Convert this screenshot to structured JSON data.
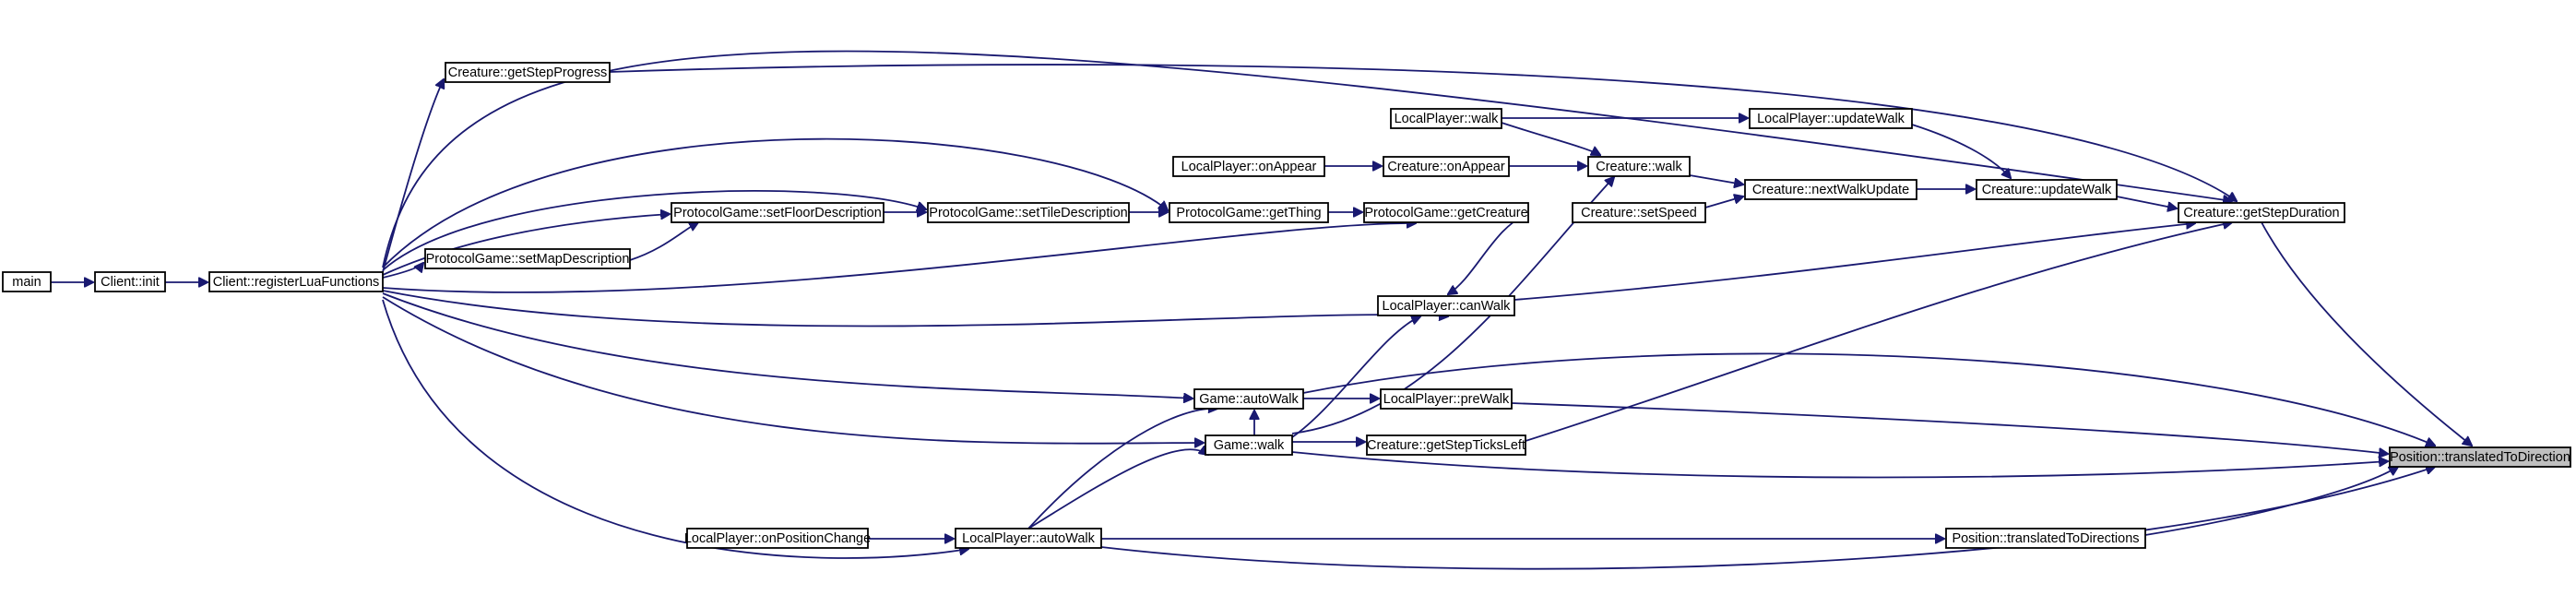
{
  "graph": {
    "target": "Position::translatedToDirection",
    "nodes": {
      "main": "main",
      "client_init": "Client::init",
      "register_lua": "Client::registerLuaFunctions",
      "get_step_progress": "Creature::getStepProgress",
      "set_floor_description": "ProtocolGame::setFloorDescription",
      "set_map_description": "ProtocolGame::setMapDescription",
      "set_tile_description": "ProtocolGame::setTileDescription",
      "local_player_on_appear": "LocalPlayer::onAppear",
      "get_thing": "ProtocolGame::getThing",
      "creature_on_appear": "Creature::onAppear",
      "get_creature": "ProtocolGame::getCreature",
      "local_player_walk": "LocalPlayer::walk",
      "creature_walk": "Creature::walk",
      "set_speed": "Creature::setSpeed",
      "local_player_update_walk": "LocalPlayer::updateWalk",
      "next_walk_update": "Creature::nextWalkUpdate",
      "creature_update_walk": "Creature::updateWalk",
      "get_step_duration": "Creature::getStepDuration",
      "can_walk": "LocalPlayer::canWalk",
      "game_auto_walk": "Game::autoWalk",
      "pre_walk": "LocalPlayer::preWalk",
      "game_walk": "Game::walk",
      "get_step_ticks_left": "Creature::getStepTicksLeft",
      "on_position_change": "LocalPlayer::onPositionChange",
      "lp_auto_walk": "LocalPlayer::autoWalk",
      "translated_to_directions": "Position::translatedToDirections",
      "translated_to_direction": "Position::translatedToDirection"
    }
  },
  "colors": {
    "edge": "#191970",
    "node_border": "#000000",
    "highlight_fill": "#bfbfbf"
  }
}
